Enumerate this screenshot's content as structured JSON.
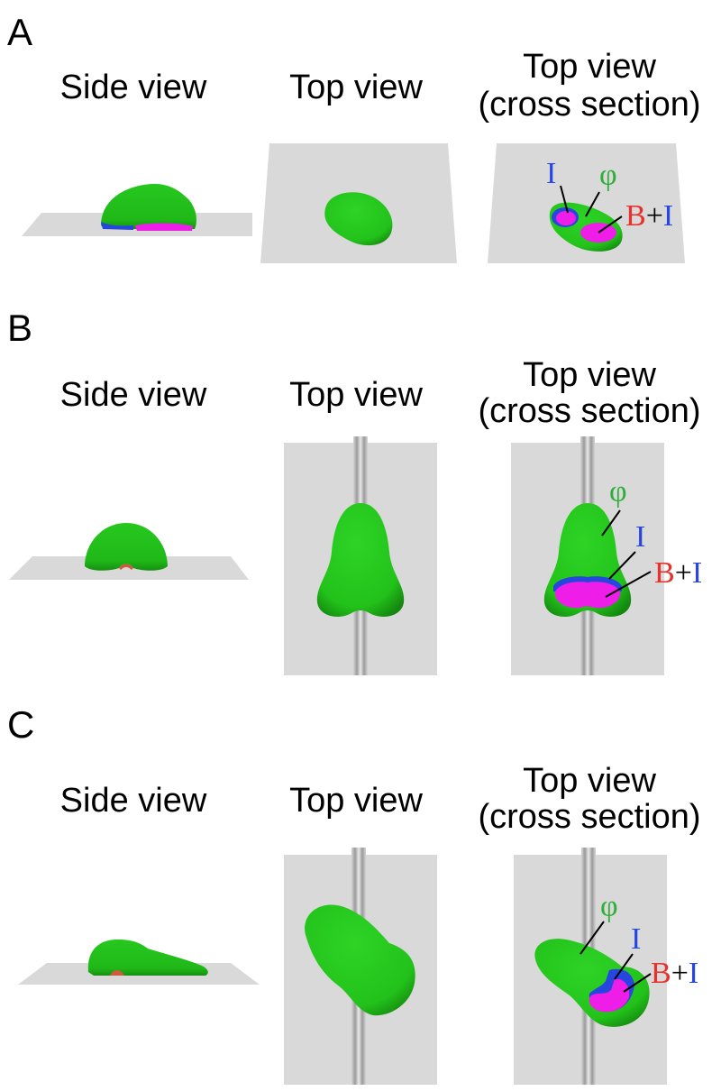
{
  "colors": {
    "cell": "#22c21a",
    "cell_dark": "#179412",
    "active": "#ee1ee8",
    "inhibitor": "#2746e0",
    "substrate": "#d9d9d9",
    "label_phi": "#2fae3a",
    "label_I": "#2746e0",
    "label_B": "#e8302c",
    "label_plus": "#000000"
  },
  "panels": [
    {
      "letter": "A",
      "views": {
        "side": "Side view",
        "top": "Top view",
        "cross_line1": "Top view",
        "cross_line2": "(cross section)"
      },
      "labels": {
        "I": "I",
        "phi": "φ",
        "B": "B",
        "plus": "+",
        "BI_I": "I"
      }
    },
    {
      "letter": "B",
      "views": {
        "side": "Side view",
        "top": "Top view",
        "cross_line1": "Top view",
        "cross_line2": "(cross section)"
      },
      "labels": {
        "I": "I",
        "phi": "φ",
        "B": "B",
        "plus": "+",
        "BI_I": "I"
      }
    },
    {
      "letter": "C",
      "views": {
        "side": "Side view",
        "top": "Top view",
        "cross_line1": "Top view",
        "cross_line2": "(cross section)"
      },
      "labels": {
        "I": "I",
        "phi": "φ",
        "B": "B",
        "plus": "+",
        "BI_I": "I"
      }
    }
  ]
}
